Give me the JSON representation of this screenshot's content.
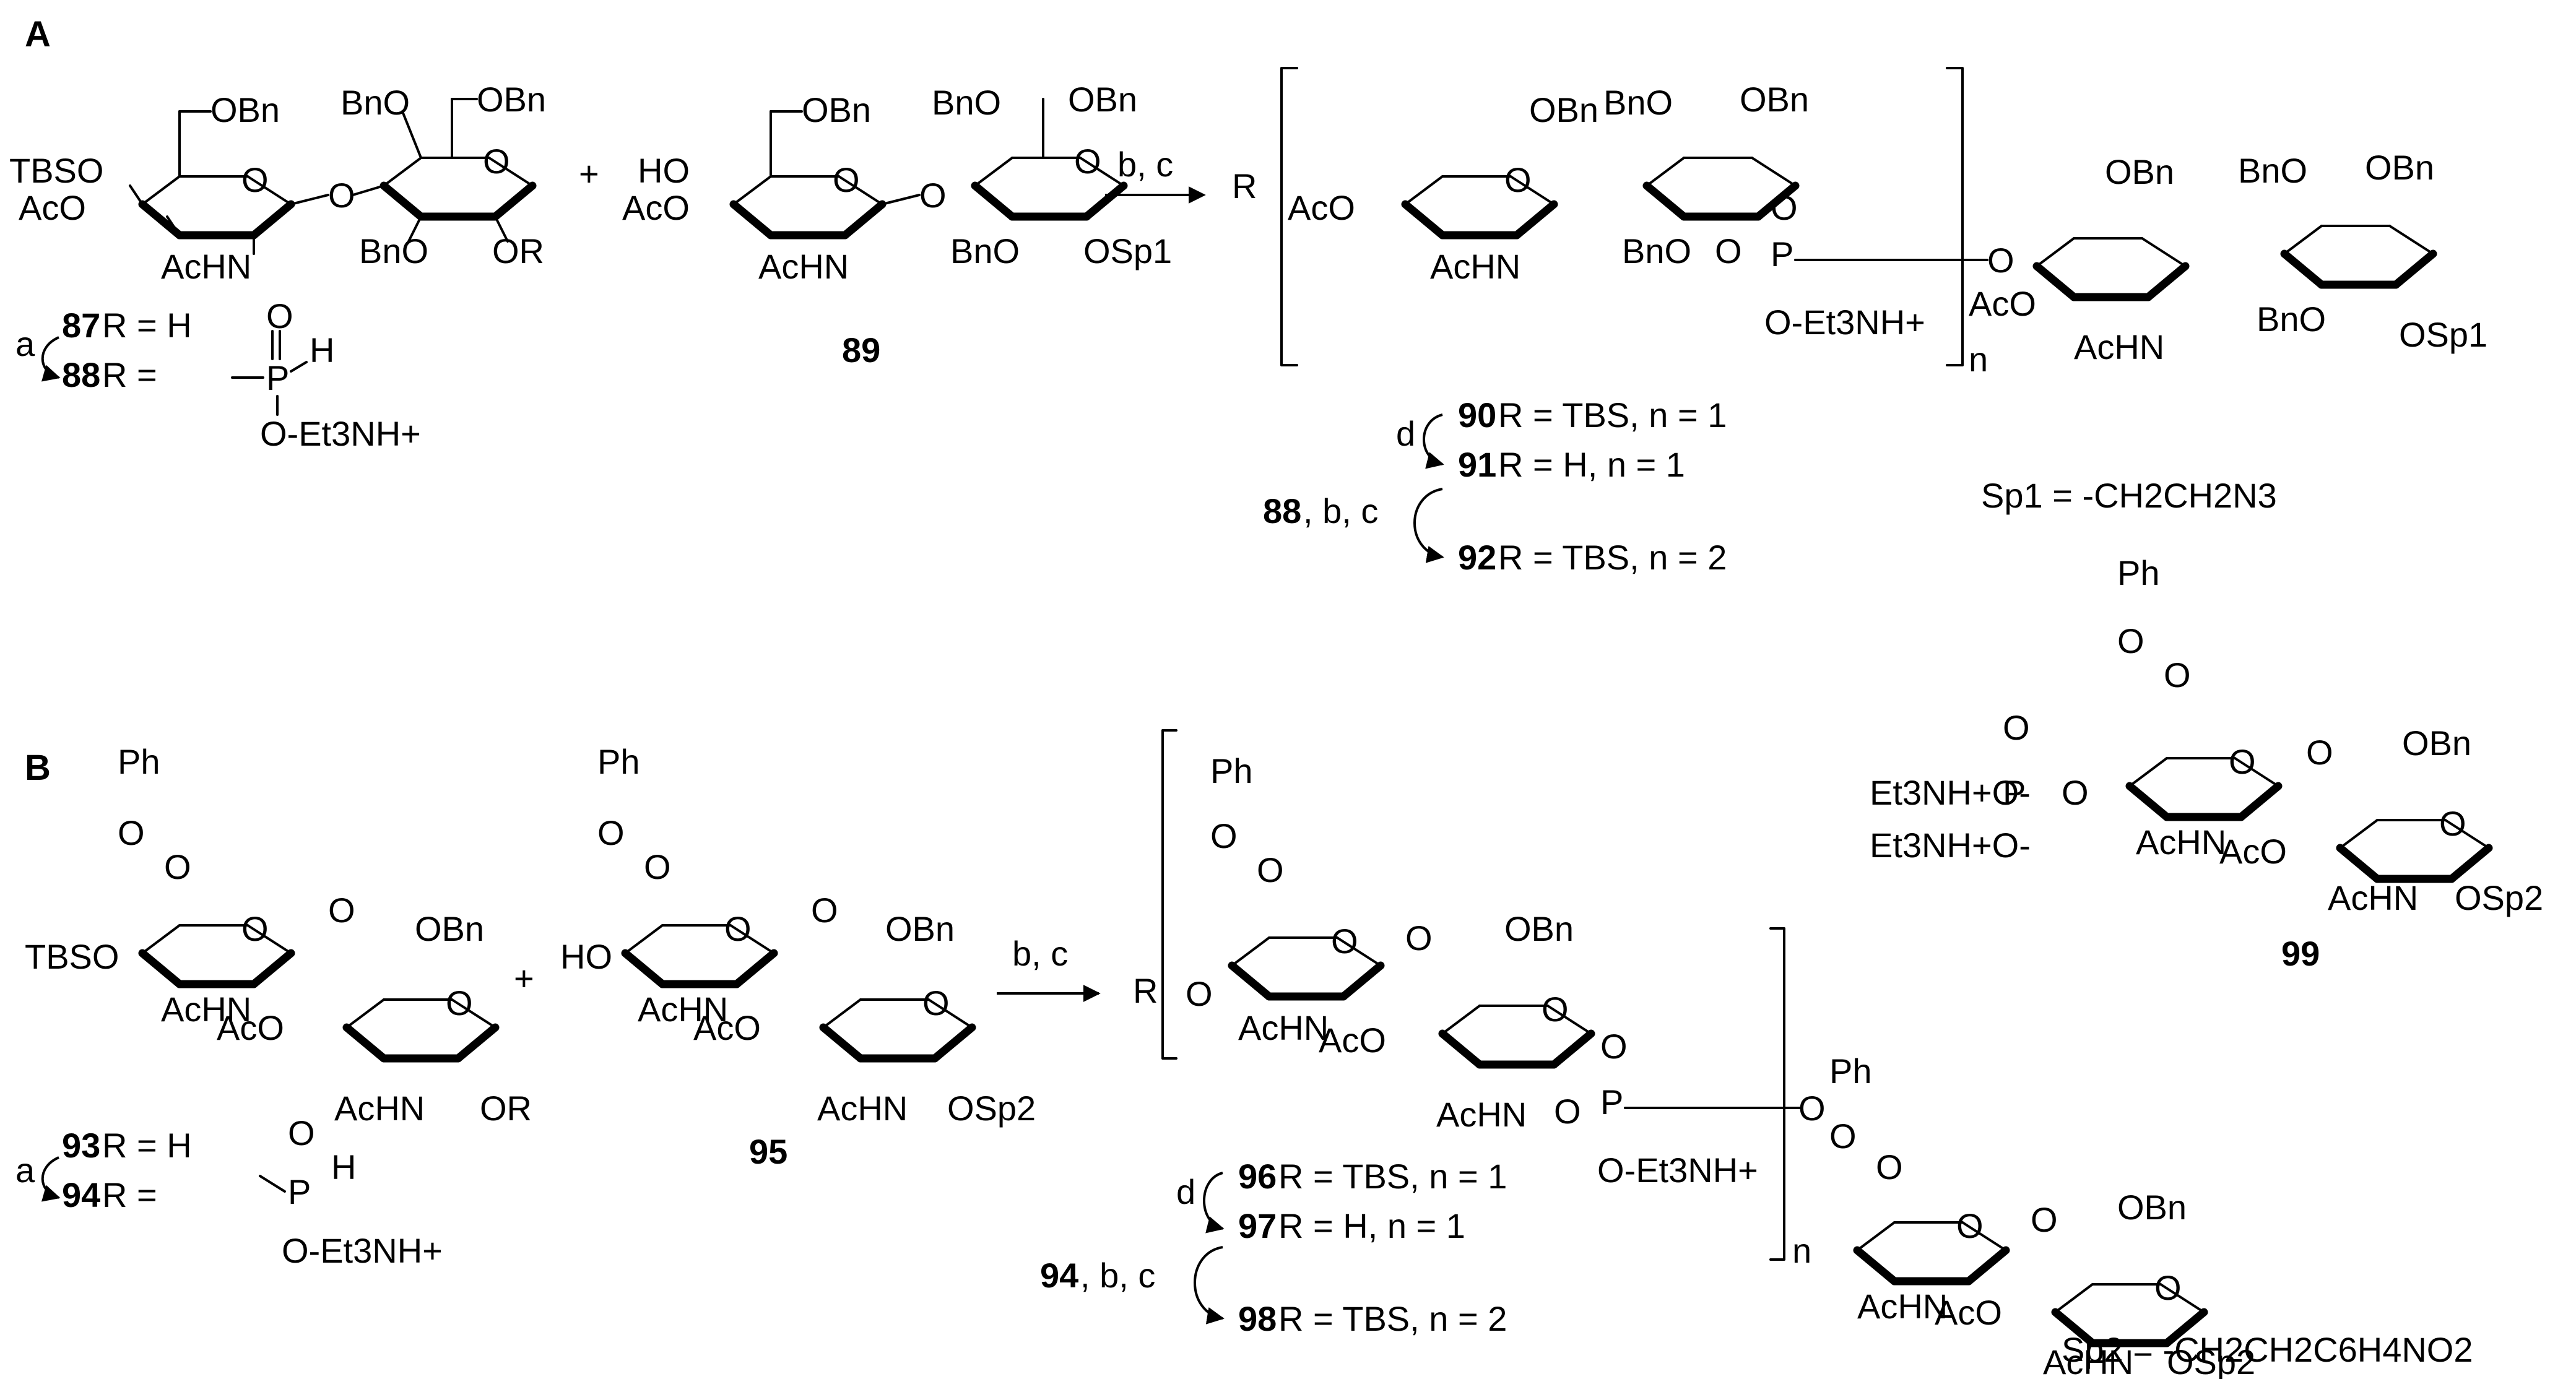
{
  "panels": [
    "A",
    "B"
  ],
  "panelA": {
    "start_label": "87",
    "start_r": " R = H",
    "phosph_label": "88",
    "phosph_r": " R =",
    "reagent_a": "a",
    "salt": "Et3NH+",
    "acceptor": "89",
    "conditions": "b, c",
    "product_90": "90",
    "product_90_desc": " R = TBS, n = 1",
    "product_91": "91",
    "product_91_desc": " R = H, n = 1",
    "product_92": "92",
    "product_92_desc": " R = TBS, n = 2",
    "reagent_d": "d",
    "iter_reagent": "88",
    "iter_conditions": ", b, c",
    "spacer": "Sp1 = -CH2CH2N3",
    "repeat": "n"
  },
  "panelB": {
    "start_label": "93",
    "start_r": " R = H",
    "phosph_label": "94",
    "phosph_r": " R =",
    "reagent_a": "a",
    "acceptor": "95",
    "conditions": "b, c",
    "product_96": "96",
    "product_96_desc": " R = TBS, n = 1",
    "product_97": "97",
    "product_97_desc": " R = H, n = 1",
    "product_98": "98",
    "product_98_desc": " R = TBS, n = 2",
    "reagent_d": "d",
    "iter_reagent": "94",
    "iter_conditions": ", b, c",
    "side_product": "99",
    "spacer": "Sp2 = -CH2CH2C6H4NO2",
    "repeat": "n"
  },
  "atoms": {
    "obn": "OBn",
    "bno": "BnO",
    "tbso": "TBSO",
    "aco": "AcO",
    "achn": "AcHN",
    "ho": "HO",
    "or": "OR",
    "osp1": "OSp1",
    "osp2": "OSp2",
    "o": "O",
    "r": "R",
    "p": "P",
    "h": "H",
    "ph": "Ph",
    "oet": "O-Et3NH+",
    "et3nh": "Et3NH+O-"
  }
}
